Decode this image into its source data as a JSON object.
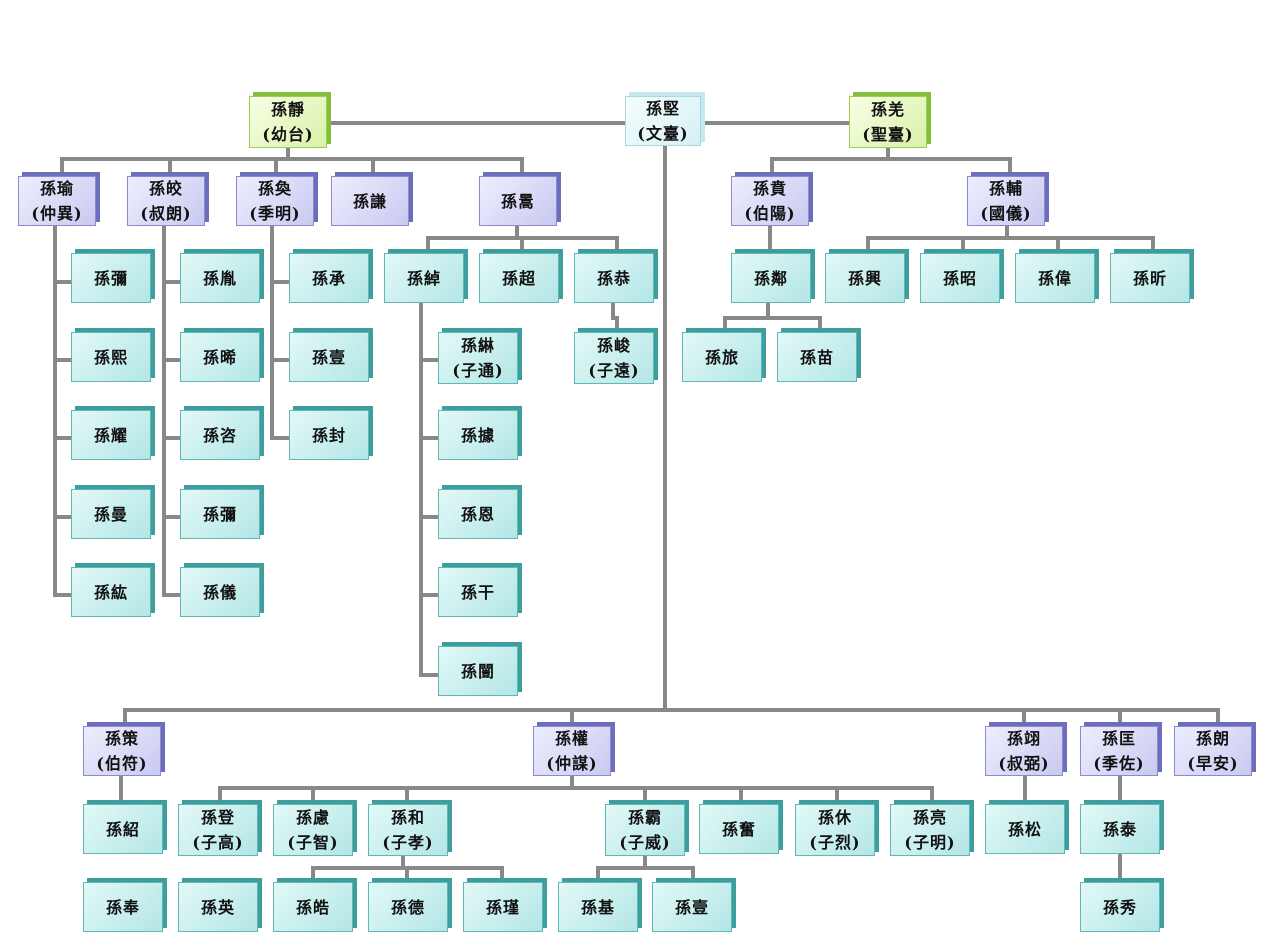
{
  "diagram": {
    "line_color": "#888888",
    "colors": {
      "teal": "#b3e6e6",
      "purple": "#c9c9f0",
      "green": "#d8f2a8",
      "light": "#d6f0f4"
    },
    "nodes": [
      {
        "id": "sunjian",
        "name": "孫堅",
        "courtesy": "(文臺)",
        "style": "light"
      },
      {
        "id": "sunjing",
        "name": "孫靜",
        "courtesy": "(幼台)",
        "style": "green"
      },
      {
        "id": "sunqiang",
        "name": "孫羌",
        "courtesy": "(聖臺)",
        "style": "green"
      },
      {
        "id": "sunyu",
        "name": "孫瑜",
        "courtesy": "(仲異)",
        "style": "purple"
      },
      {
        "id": "sunjiao",
        "name": "孫皎",
        "courtesy": "(叔朗)",
        "style": "purple"
      },
      {
        "id": "sunhuan",
        "name": "孫奐",
        "courtesy": "(季明)",
        "style": "purple"
      },
      {
        "id": "sunqian",
        "name": "孫謙",
        "courtesy": "",
        "style": "purple"
      },
      {
        "id": "sunhao",
        "name": "孫暠",
        "courtesy": "",
        "style": "purple"
      },
      {
        "id": "sunben",
        "name": "孫賁",
        "courtesy": "(伯陽)",
        "style": "purple"
      },
      {
        "id": "sunfu",
        "name": "孫輔",
        "courtesy": "(國儀)",
        "style": "purple"
      },
      {
        "id": "sunmi",
        "name": "孫彌",
        "courtesy": "",
        "style": "teal"
      },
      {
        "id": "sunxi",
        "name": "孫熙",
        "courtesy": "",
        "style": "teal"
      },
      {
        "id": "sunyao",
        "name": "孫耀",
        "courtesy": "",
        "style": "teal"
      },
      {
        "id": "sunman",
        "name": "孫曼",
        "courtesy": "",
        "style": "teal"
      },
      {
        "id": "sunhong",
        "name": "孫紘",
        "courtesy": "",
        "style": "teal"
      },
      {
        "id": "sunyin",
        "name": "孫胤",
        "courtesy": "",
        "style": "teal"
      },
      {
        "id": "sunxi2",
        "name": "孫晞",
        "courtesy": "",
        "style": "teal"
      },
      {
        "id": "sunzi",
        "name": "孫咨",
        "courtesy": "",
        "style": "teal"
      },
      {
        "id": "sunmi2",
        "name": "孫彌",
        "courtesy": "",
        "style": "teal"
      },
      {
        "id": "sunyi",
        "name": "孫儀",
        "courtesy": "",
        "style": "teal"
      },
      {
        "id": "suncheng",
        "name": "孫承",
        "courtesy": "",
        "style": "teal"
      },
      {
        "id": "sunyi2",
        "name": "孫壹",
        "courtesy": "",
        "style": "teal"
      },
      {
        "id": "sunfeng",
        "name": "孫封",
        "courtesy": "",
        "style": "teal"
      },
      {
        "id": "sunchuo",
        "name": "孫綽",
        "courtesy": "",
        "style": "teal"
      },
      {
        "id": "sunchao",
        "name": "孫超",
        "courtesy": "",
        "style": "teal"
      },
      {
        "id": "sungong",
        "name": "孫恭",
        "courtesy": "",
        "style": "teal"
      },
      {
        "id": "sunchen",
        "name": "孫綝",
        "courtesy": "(子通)",
        "style": "teal"
      },
      {
        "id": "sunju",
        "name": "孫據",
        "courtesy": "",
        "style": "teal"
      },
      {
        "id": "sunen",
        "name": "孫恩",
        "courtesy": "",
        "style": "teal"
      },
      {
        "id": "sungan",
        "name": "孫干",
        "courtesy": "",
        "style": "teal"
      },
      {
        "id": "sunkai",
        "name": "孫闓",
        "courtesy": "",
        "style": "teal"
      },
      {
        "id": "sunjun",
        "name": "孫峻",
        "courtesy": "(子遠)",
        "style": "teal"
      },
      {
        "id": "sunlin",
        "name": "孫鄰",
        "courtesy": "",
        "style": "teal"
      },
      {
        "id": "sunlv",
        "name": "孫旅",
        "courtesy": "",
        "style": "teal"
      },
      {
        "id": "sunmiao",
        "name": "孫苗",
        "courtesy": "",
        "style": "teal"
      },
      {
        "id": "sunxing",
        "name": "孫興",
        "courtesy": "",
        "style": "teal"
      },
      {
        "id": "sunzhao",
        "name": "孫昭",
        "courtesy": "",
        "style": "teal"
      },
      {
        "id": "sunwei",
        "name": "孫偉",
        "courtesy": "",
        "style": "teal"
      },
      {
        "id": "sunxin",
        "name": "孫昕",
        "courtesy": "",
        "style": "teal"
      },
      {
        "id": "sunce",
        "name": "孫策",
        "courtesy": "(伯符)",
        "style": "purple"
      },
      {
        "id": "sunquan",
        "name": "孫權",
        "courtesy": "(仲謀)",
        "style": "purple"
      },
      {
        "id": "sunyi3",
        "name": "孫翊",
        "courtesy": "(叔弼)",
        "style": "purple"
      },
      {
        "id": "sunkuang",
        "name": "孫匡",
        "courtesy": "(季佐)",
        "style": "purple"
      },
      {
        "id": "sunlang",
        "name": "孫朗",
        "courtesy": "(早安)",
        "style": "purple"
      },
      {
        "id": "sunshao",
        "name": "孫紹",
        "courtesy": "",
        "style": "teal"
      },
      {
        "id": "sundeng",
        "name": "孫登",
        "courtesy": "(子高)",
        "style": "teal"
      },
      {
        "id": "sunlv2",
        "name": "孫慮",
        "courtesy": "(子智)",
        "style": "teal"
      },
      {
        "id": "sunhe",
        "name": "孫和",
        "courtesy": "(子孝)",
        "style": "teal"
      },
      {
        "id": "sunba",
        "name": "孫霸",
        "courtesy": "(子威)",
        "style": "teal"
      },
      {
        "id": "sunfen",
        "name": "孫奮",
        "courtesy": "",
        "style": "teal"
      },
      {
        "id": "sunxiu",
        "name": "孫休",
        "courtesy": "(子烈)",
        "style": "teal"
      },
      {
        "id": "sunliang",
        "name": "孫亮",
        "courtesy": "(子明)",
        "style": "teal"
      },
      {
        "id": "sunsong",
        "name": "孫松",
        "courtesy": "",
        "style": "teal"
      },
      {
        "id": "suntai",
        "name": "孫泰",
        "courtesy": "",
        "style": "teal"
      },
      {
        "id": "sunfeng2",
        "name": "孫奉",
        "courtesy": "",
        "style": "teal"
      },
      {
        "id": "sunying",
        "name": "孫英",
        "courtesy": "",
        "style": "teal"
      },
      {
        "id": "sunhao2",
        "name": "孫皓",
        "courtesy": "",
        "style": "teal"
      },
      {
        "id": "sunde",
        "name": "孫德",
        "courtesy": "",
        "style": "teal"
      },
      {
        "id": "sunjin",
        "name": "孫瑾",
        "courtesy": "",
        "style": "teal"
      },
      {
        "id": "sunji",
        "name": "孫基",
        "courtesy": "",
        "style": "teal"
      },
      {
        "id": "sunyi4",
        "name": "孫壹",
        "courtesy": "",
        "style": "teal"
      },
      {
        "id": "sunxiu2",
        "name": "孫秀",
        "courtesy": "",
        "style": "teal"
      }
    ]
  }
}
